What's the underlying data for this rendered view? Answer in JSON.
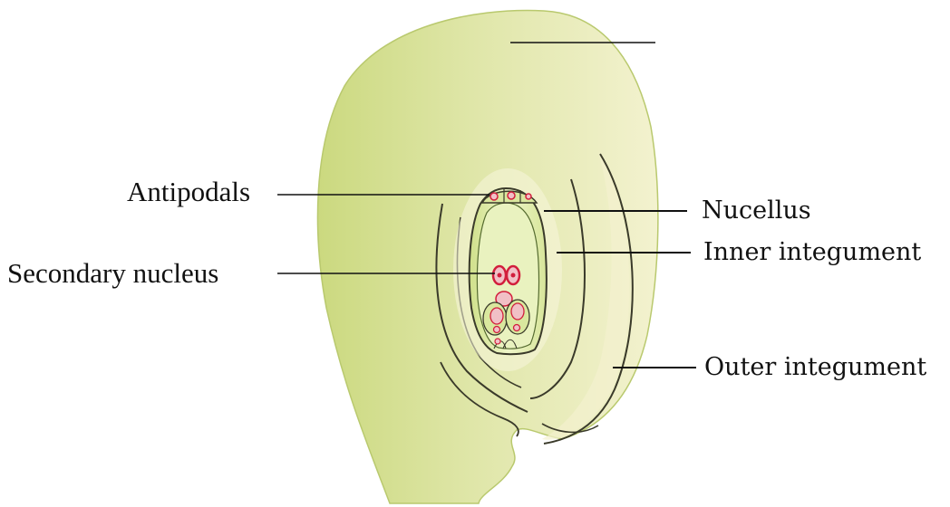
{
  "diagram": {
    "labels": {
      "antipodals": "Antipodals",
      "secondary_nucleus": "Secondary nucleus",
      "nucellus": "Nucellus",
      "inner_integument": "Inner integument",
      "outer_integument": "Outer integument"
    },
    "unlabeled_leader_count": 1,
    "colors": {
      "tissue_light": "#eef0c2",
      "tissue_mid": "#d8e29a",
      "tissue_dark": "#c6d67c",
      "embryo_sac": "#e9f2bf",
      "nucleus_ring": "#d21e3c",
      "nucleus_fill": "#f1c0c6",
      "line": "#111111"
    }
  }
}
